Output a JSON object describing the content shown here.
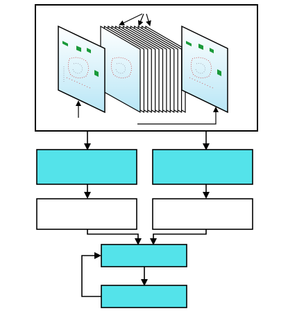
{
  "diagram": {
    "top_panel": {
      "front_frame": "frame",
      "stack": {
        "frames": 13
      },
      "rear_frame": "frame"
    },
    "left_branch": {
      "process_box": "",
      "output_box": ""
    },
    "right_branch": {
      "process_box": "",
      "output_box": ""
    },
    "bottom": {
      "merge_box": "",
      "feedback_box": ""
    },
    "colors": {
      "box_fill": "#54e3ea",
      "box_stroke": "#000000",
      "frame_bg_top": "#ffffff",
      "frame_bg_bottom": "#b8e6f6",
      "marker_green": "#1a9a3a",
      "marker_red": "#c83232"
    }
  }
}
